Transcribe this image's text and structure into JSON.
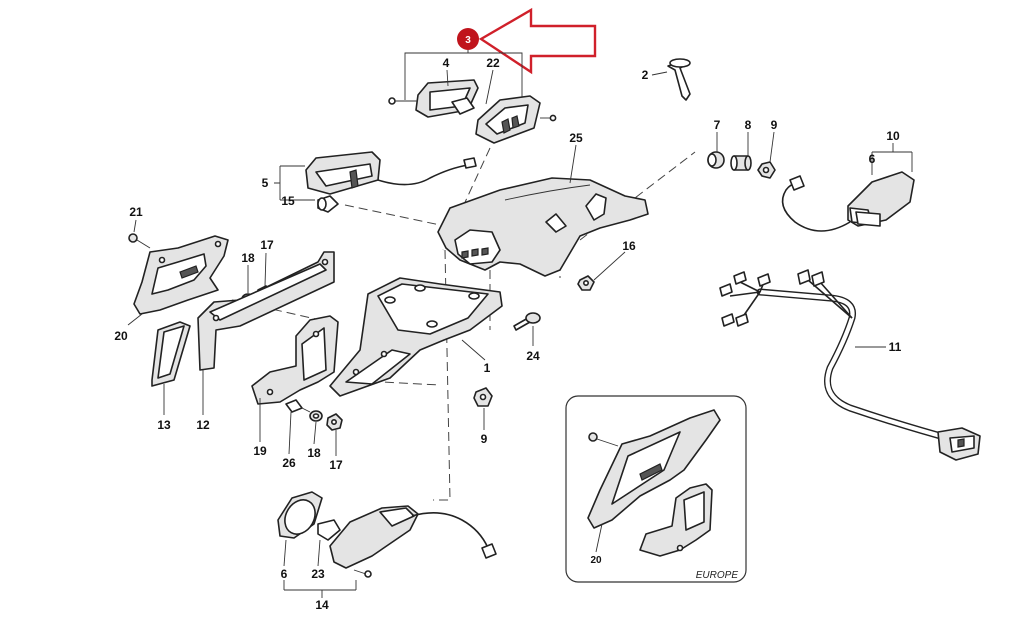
{
  "callouts": {
    "p1": "1",
    "p2": "2",
    "p4": "4",
    "p5": "5",
    "p6a": "6",
    "p6b": "6",
    "p7": "7",
    "p8": "8",
    "p9a": "9",
    "p9b": "9",
    "p10": "10",
    "p11": "11",
    "p12": "12",
    "p13": "13",
    "p14": "14",
    "p15": "15",
    "p16": "16",
    "p17a": "17",
    "p17b": "17",
    "p18a": "18",
    "p18b": "18",
    "p19": "19",
    "p20a": "20",
    "p20b": "20",
    "p21": "21",
    "p22": "22",
    "p23": "23",
    "p24": "24",
    "p25": "25",
    "p26": "26"
  },
  "highlight": {
    "number": "3",
    "badge_color": "#c0141c",
    "arrow_color": "#d0202a"
  },
  "inset": {
    "region_label": "EUROPE"
  },
  "icons": {
    "pointer": "arrow-icon"
  }
}
